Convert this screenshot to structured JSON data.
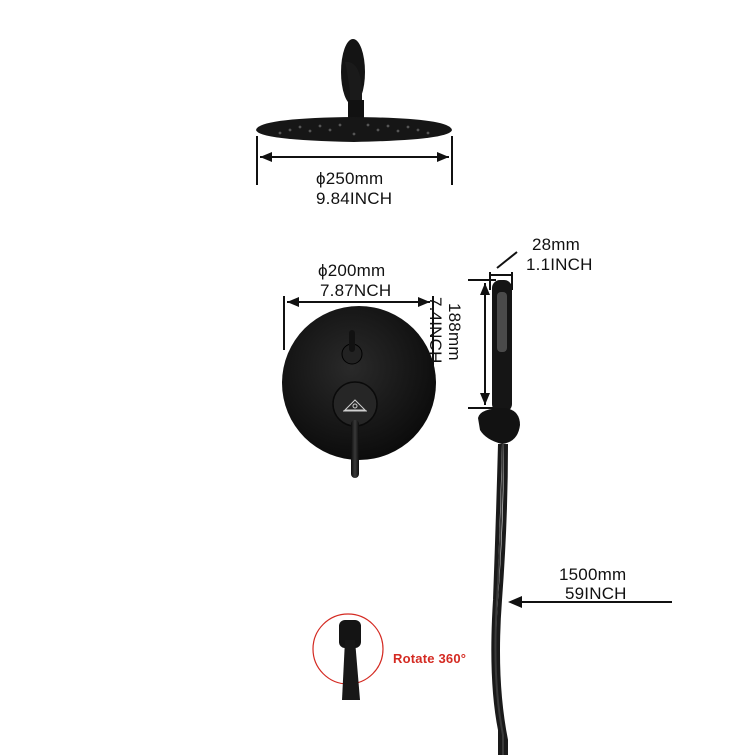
{
  "shower_head": {
    "diameter_mm": "ϕ250mm",
    "diameter_inch": "9.84INCH"
  },
  "valve_plate": {
    "diameter_mm": "ϕ200mm",
    "diameter_inch": "7.87NCH"
  },
  "hand_shower": {
    "width_mm": "28mm",
    "width_inch": "1.1INCH",
    "length_mm": "188mm",
    "length_inch": "7.4INCH"
  },
  "hose": {
    "length_mm": "1500mm",
    "length_inch": "59INCH"
  },
  "tub_spout": {
    "rotate_label": "Rotate 360°"
  },
  "colors": {
    "product": "#151515",
    "dimension_line": "#111111",
    "accent": "#d42a22"
  }
}
